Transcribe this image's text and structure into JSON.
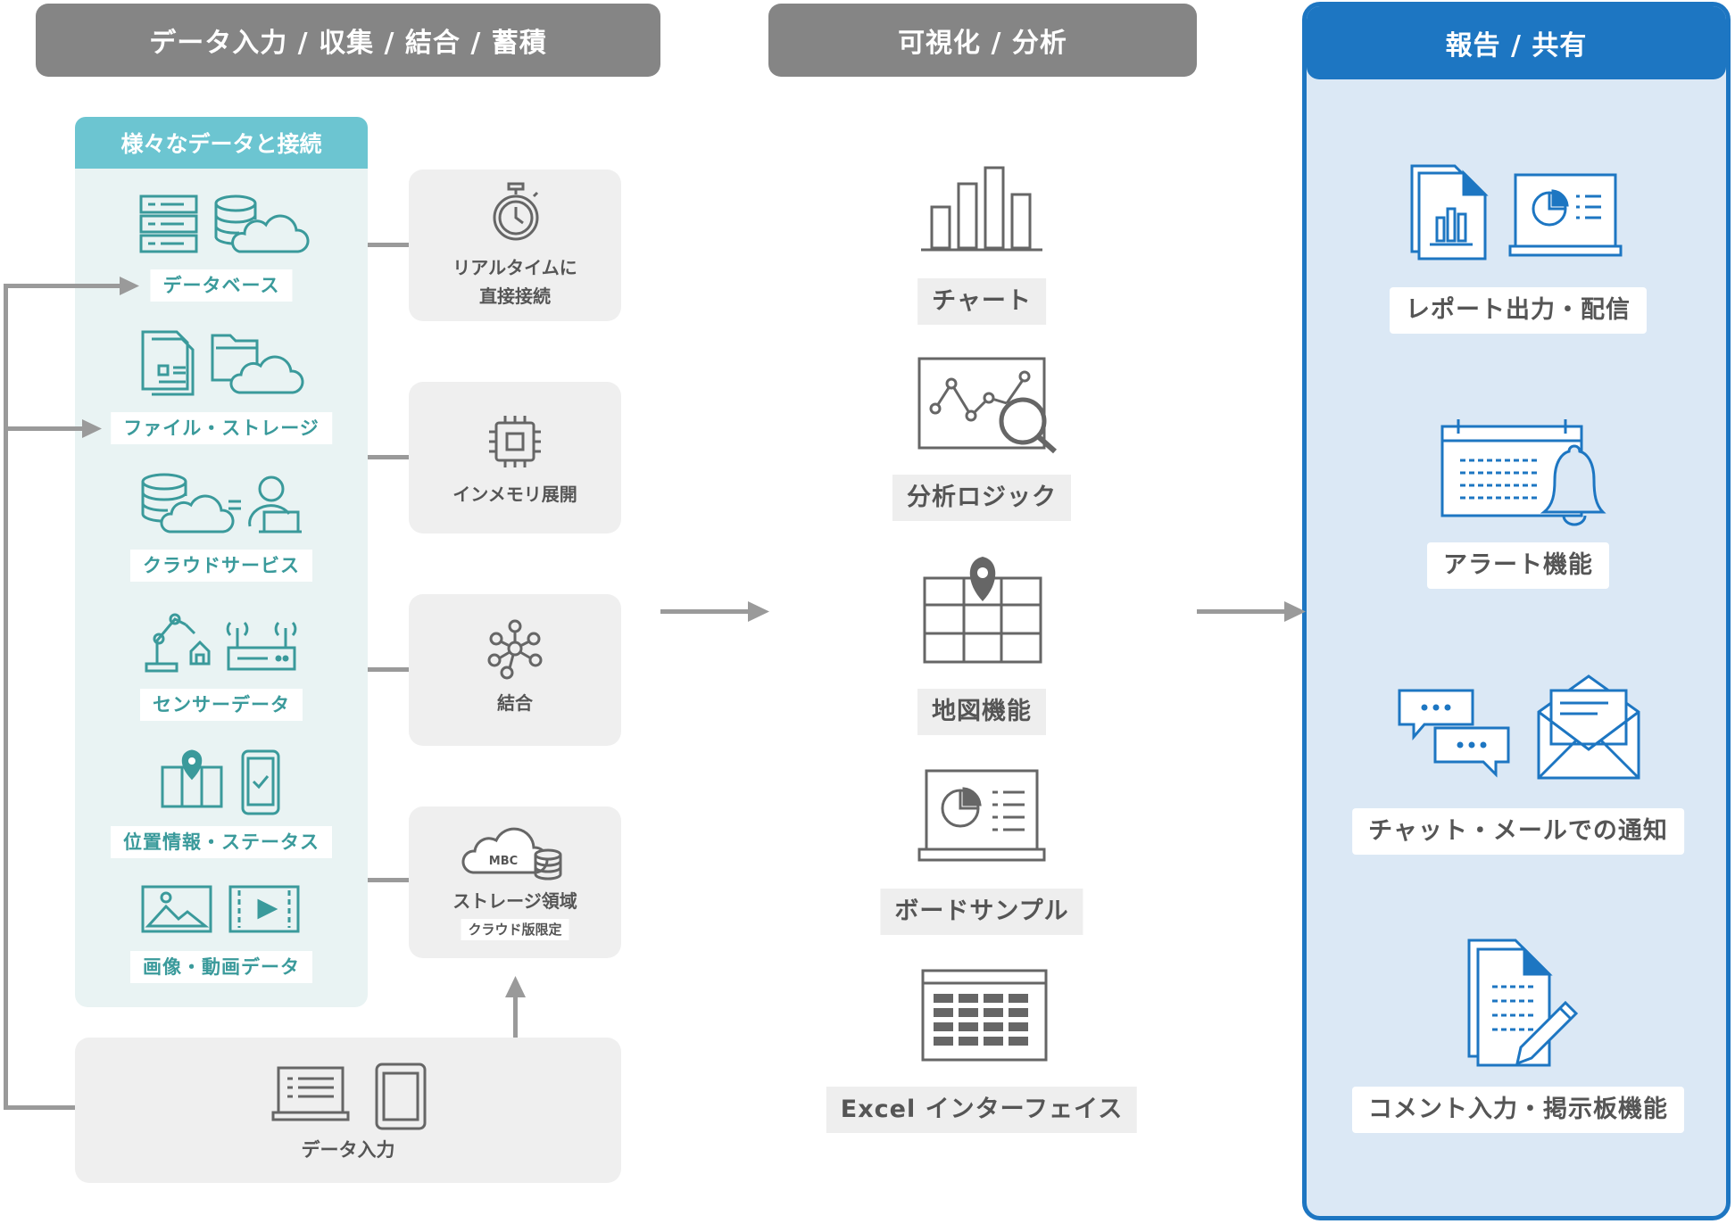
{
  "columns": {
    "input": {
      "title": "データ入力 / 収集 / 結合 / 蓄積"
    },
    "visualize": {
      "title": "可視化 / 分析"
    },
    "report": {
      "title": "報告 / 共有"
    }
  },
  "data_sources": {
    "title": "様々なデータと接続",
    "items": [
      {
        "label": "データベース",
        "icon": "database-cloud-icon"
      },
      {
        "label": "ファイル・ストレージ",
        "icon": "file-folder-icon"
      },
      {
        "label": "クラウドサービス",
        "icon": "cloud-service-icon"
      },
      {
        "label": "センサーデータ",
        "icon": "sensor-icon"
      },
      {
        "label": "位置情報・ステータス",
        "icon": "location-status-icon"
      },
      {
        "label": "画像・動画データ",
        "icon": "image-video-icon"
      }
    ]
  },
  "features": {
    "realtime": {
      "line1": "リアルタイムに",
      "line2": "直接接続",
      "icon": "stopwatch-icon"
    },
    "inmemory": {
      "label": "インメモリ展開",
      "icon": "chip-icon"
    },
    "join": {
      "label": "結合",
      "icon": "network-icon"
    },
    "storage": {
      "label": "ストレージ領域",
      "tag": "クラウド版限定",
      "icon_text": "MBC",
      "icon": "cloud-storage-icon"
    }
  },
  "data_entry": {
    "label": "データ入力",
    "icon": "laptop-tablet-icon"
  },
  "visualization": {
    "items": [
      {
        "label": "チャート",
        "icon": "bar-chart-icon"
      },
      {
        "label": "分析ロジック",
        "icon": "analysis-icon"
      },
      {
        "label": "地図機能",
        "icon": "map-icon"
      },
      {
        "label": "ボードサンプル",
        "icon": "board-icon"
      },
      {
        "label": "Excel インターフェイス",
        "icon": "spreadsheet-icon"
      }
    ]
  },
  "reporting": {
    "items": [
      {
        "label": "レポート出力・配信",
        "icon": "report-icon"
      },
      {
        "label": "アラート機能",
        "icon": "alert-icon"
      },
      {
        "label": "チャット・メールでの通知",
        "icon": "chat-mail-icon"
      },
      {
        "label": "コメント入力・掲示板機能",
        "icon": "comment-icon"
      }
    ]
  },
  "colors": {
    "header_gray": "#858585",
    "teal": "#3a9a9b",
    "teal_header": "#6cc5d1",
    "blue": "#1d76c2",
    "blue_bg": "#dbe8f5",
    "connector": "#9a9a9a"
  }
}
